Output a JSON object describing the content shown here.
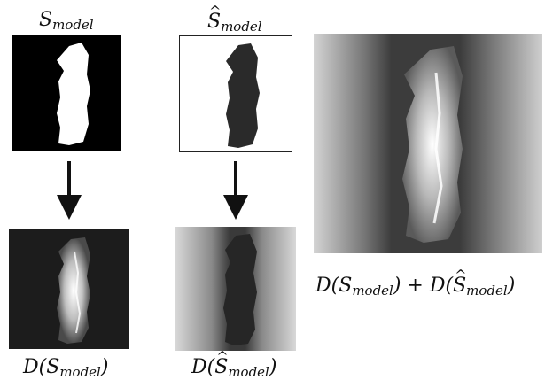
{
  "labels": {
    "s_model_top": {
      "base": "S",
      "sub": "model"
    },
    "s_hat_model_top": {
      "base": "S",
      "hat": "^",
      "sub": "model"
    },
    "d_s_model": {
      "prefix": "D(",
      "base": "S",
      "sub": "model",
      "suffix": ")"
    },
    "d_s_hat_model": {
      "prefix": "D(",
      "base": "S",
      "hat": "^",
      "sub": "model",
      "suffix": ")"
    },
    "d_sum": {
      "prefix1": "D(",
      "base1": "S",
      "sub1": "model",
      "mid": ") + D(",
      "base2": "S",
      "hat2": "^",
      "sub2": "model",
      "suffix": ")"
    }
  },
  "icons": {
    "down_arrow_left": "down-arrow-icon",
    "down_arrow_middle": "down-arrow-icon"
  }
}
